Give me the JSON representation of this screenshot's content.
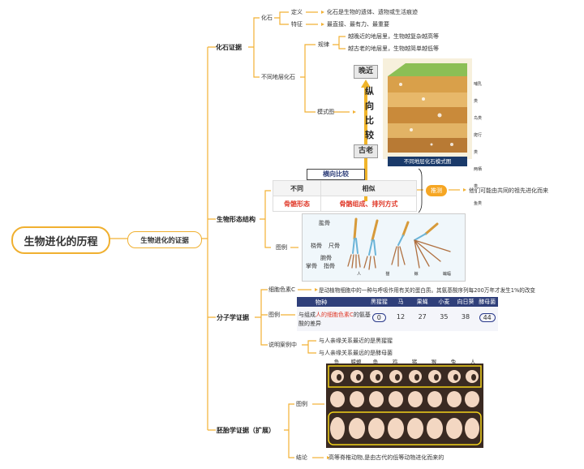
{
  "root": "生物进化的历程",
  "level1": "生物进化的证据",
  "fossil": {
    "title": "化石证据",
    "fossil_node": "化石",
    "def_label": "定义",
    "def_text": "化石是生物的遗体、遗物或生活痕迹",
    "feat_label": "特征",
    "feat_text": "最直接、最有力、最重要",
    "layers_node": "不同地层化石",
    "rule_label": "规律",
    "rule_1": "越晚近的地层里，生物越复杂越高等",
    "rule_2": "越古老的地层里，生物越简单越低等",
    "diagram_label": "模式图",
    "diagram": {
      "top": "晚近",
      "axis": [
        "纵",
        "向",
        "比",
        "较"
      ],
      "bottom": "古老",
      "legend": [
        "哺乳类",
        "鸟类",
        "爬行类",
        "两栖类",
        "鱼类"
      ],
      "caption": "不同地层化石模式图"
    }
  },
  "morph": {
    "title": "生物形态结构",
    "table_title": "横向比较",
    "col_diff": "不同",
    "col_sim": "相似",
    "cell_diff": "骨骼形态",
    "cell_sim": "骨骼组成、排列方式",
    "infer_chip": "推测",
    "infer_text": "他们可能由共同的祖先进化而来",
    "example_label": "图例",
    "bones": [
      "肱骨",
      "桡骨",
      "尺骨",
      "腕骨",
      "掌骨",
      "指骨"
    ],
    "animals": [
      "人",
      "猫",
      "鲸",
      "蝙蝠"
    ]
  },
  "molecular": {
    "title": "分子学证据",
    "cyt_label": "细胞色素C",
    "cyt_text": "是动植物细胞中的一种与呼吸作用有关的蛋白质。其氨基酸序列每200万年才发生1%的改变",
    "example_label": "图例",
    "table": {
      "header_left": "物种",
      "row_label_1": "与组成",
      "row_label_highlight": "人的细胞色素C",
      "row_label_2": "的氨基酸的差异",
      "species": [
        "黑猩猩",
        "马",
        "果蝇",
        "小麦",
        "向日葵",
        "酵母菌"
      ],
      "values": [
        0,
        12,
        27,
        35,
        38,
        44
      ]
    },
    "case_label": "说明案例中",
    "case_1": "与人亲缘关系最近的是黑猩猩",
    "case_2": "与人亲缘关系最远的是酵母菌"
  },
  "embryo": {
    "title": "胚胎学证据（扩展）",
    "example_label": "图例",
    "species": [
      "鱼",
      "蝾螈",
      "龟",
      "鸡",
      "猪",
      "猴",
      "兔",
      "人"
    ],
    "conclusion_label": "结论",
    "conclusion_text": "高等脊椎动物,是由古代的低等动物进化而来的"
  },
  "colors": {
    "line": "#f2b134",
    "accent": "#f6a623",
    "red": "#e03a2a",
    "table_head": "#2f3f7a",
    "circle": "#2a3a8a"
  }
}
